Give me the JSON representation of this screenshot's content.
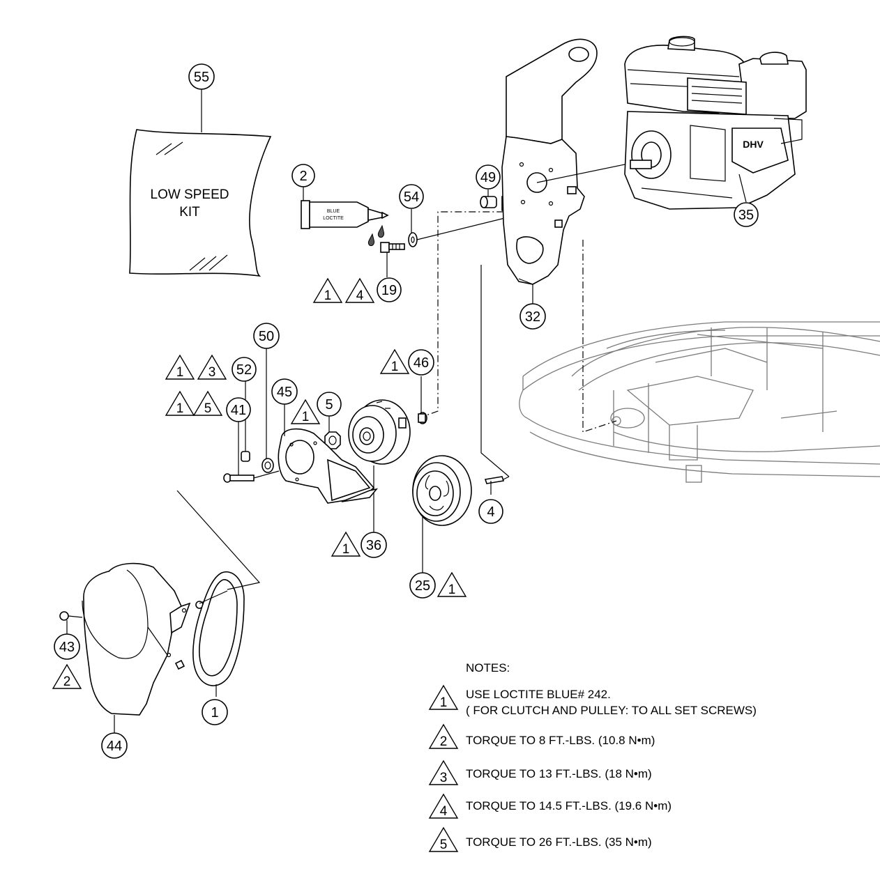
{
  "kit": {
    "line1": "LOW SPEED",
    "line2": "KIT"
  },
  "tube": {
    "line1": "BLUE",
    "line2": "LOCTITE"
  },
  "callouts": {
    "c55": "55",
    "c2": "2",
    "c54": "54",
    "c49": "49",
    "c35": "35",
    "c19": "19",
    "c32": "32",
    "c50": "50",
    "c46": "46",
    "c52": "52",
    "c45": "45",
    "c41": "41",
    "c5": "5",
    "c36": "36",
    "c4": "4",
    "c25": "25",
    "c43": "43",
    "c1": "1",
    "c44": "44"
  },
  "notes": {
    "title": "NOTES:",
    "items": [
      {
        "symbol": "1",
        "text": "USE LOCTITE BLUE# 242.",
        "text2": "( FOR CLUTCH AND PULLEY: TO ALL SET SCREWS)"
      },
      {
        "symbol": "2",
        "text": "TORQUE TO 8 FT.-LBS. (10.8 N•m)"
      },
      {
        "symbol": "3",
        "text": "TORQUE TO 13 FT.-LBS. (18  N•m)"
      },
      {
        "symbol": "4",
        "text": "TORQUE TO 14.5 FT.-LBS. (19.6 N•m)"
      },
      {
        "symbol": "5",
        "text": "TORQUE TO 26 FT.-LBS. (35 N•m)"
      }
    ]
  }
}
